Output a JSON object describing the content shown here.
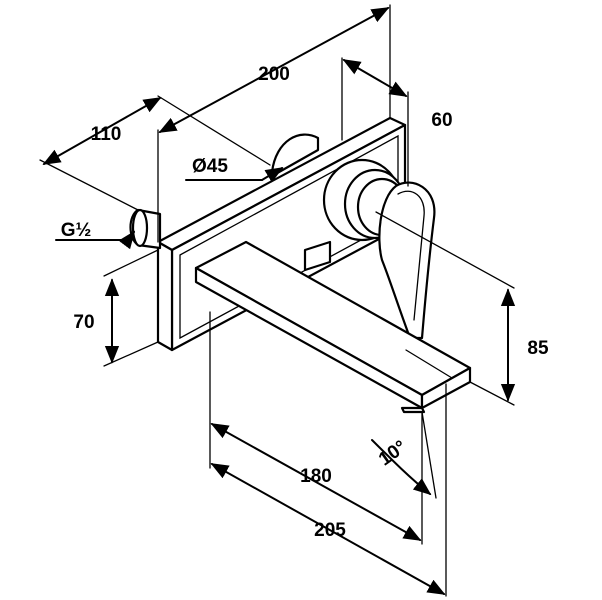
{
  "colors": {
    "ink": "#000000",
    "background": "#ffffff"
  },
  "dimensions": {
    "total_depth": "200",
    "shaft_length": "110",
    "plate_depth": "60",
    "handle_diameter": "Ø45",
    "thread": "G½",
    "lower_height": "70",
    "spout_height": "85",
    "spout_length": "180",
    "spout_total": "205",
    "spout_angle": "10°"
  }
}
